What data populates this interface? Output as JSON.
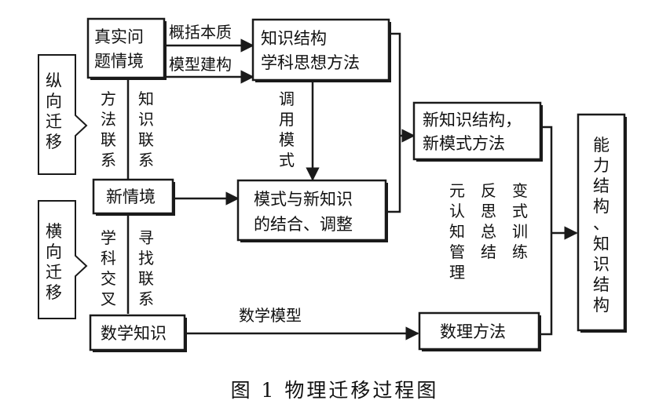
{
  "nodes": {
    "real_problem": [
      "真实问",
      "题情境"
    ],
    "knowledge_structure": [
      "知识结构",
      "学科思想方法"
    ],
    "new_knowledge": [
      "新知识结构，",
      "新模式方法"
    ],
    "new_context": [
      "新情境"
    ],
    "model_combination": [
      "模式与新知识",
      "的结合、调整"
    ],
    "math_knowledge": [
      "数学知识"
    ],
    "math_physics_method": [
      "数理方法"
    ],
    "ability_structure": [
      "能",
      "力",
      "结",
      "构",
      "、",
      "知",
      "识",
      "结",
      "构"
    ]
  },
  "side_tags": {
    "vertical_transfer": [
      "纵",
      "向",
      "迁",
      "移"
    ],
    "horizontal_transfer": [
      "横",
      "向",
      "迁",
      "移"
    ]
  },
  "edge_labels": {
    "generalize": "概括本质",
    "model_build": "模型建构",
    "call_model": [
      "调",
      "用",
      "模",
      "式"
    ],
    "method_link": [
      "方",
      "法",
      "联",
      "系"
    ],
    "knowledge_link": [
      "知",
      "识",
      "联",
      "系"
    ],
    "subject_cross": [
      "学",
      "科",
      "交",
      "叉"
    ],
    "seek_link": [
      "寻",
      "找",
      "联",
      "系"
    ],
    "math_model": "数学模型",
    "meta_cognition": [
      "元",
      "认",
      "知",
      "管",
      "理"
    ],
    "reflect_summary": [
      "反",
      "思",
      "总",
      "结"
    ],
    "variant_training": [
      "变",
      "式",
      "训",
      "练"
    ]
  },
  "caption": "图 1 物理迁移过程图"
}
